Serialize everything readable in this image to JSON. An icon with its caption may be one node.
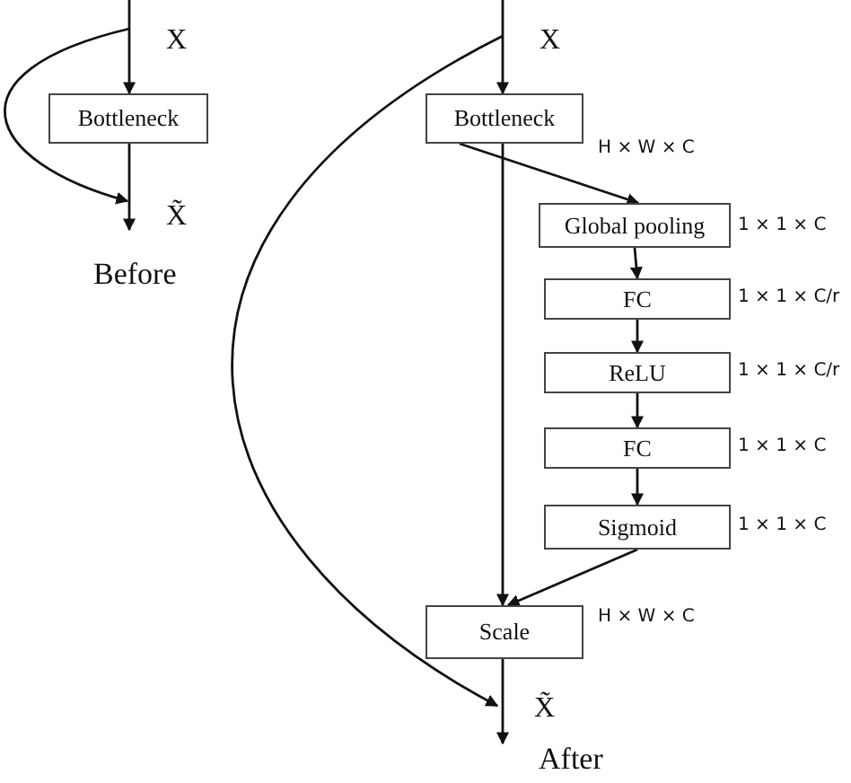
{
  "diagram": {
    "nodes": [
      {
        "text": [
          "X"
        ]
      },
      {
        "text": [
          "Bottleneck"
        ]
      },
      {
        "text": [
          "X̃"
        ]
      },
      {
        "text": [
          "X"
        ]
      },
      {
        "text": [
          "Bottleneck"
        ],
        "beside": [
          "H × W × C"
        ]
      },
      {
        "text": [
          "Global pooling"
        ],
        "beside": [
          "1 × 1 × C"
        ]
      },
      {
        "text": [
          "FC"
        ],
        "beside": [
          "1 × 1 × C/r"
        ]
      },
      {
        "text": [
          "ReLU"
        ],
        "beside": [
          "1 × 1 × C/r"
        ]
      },
      {
        "text": [
          "FC"
        ],
        "beside": [
          "1 × 1 × C"
        ]
      },
      {
        "text": [
          "Sigmoid"
        ],
        "beside": [
          "1 × 1 × C"
        ]
      },
      {
        "text": [
          "Scale"
        ],
        "beside": [
          "H × W × C"
        ]
      },
      {
        "text": [
          "X̃"
        ]
      }
    ],
    "edges": [
      {
        "from": null,
        "to": 1,
        "arrow": "to"
      },
      {
        "from": 1,
        "to": 2,
        "arrow": "to"
      },
      {
        "from": 0,
        "to": 2,
        "arrow": "to"
      },
      {
        "from": null,
        "to": 4,
        "arrow": "to"
      },
      {
        "from": 4,
        "to": 5,
        "arrow": "to"
      },
      {
        "from": 5,
        "to": 6,
        "arrow": "to"
      },
      {
        "from": 6,
        "to": 7,
        "arrow": "to"
      },
      {
        "from": 7,
        "to": 8,
        "arrow": "to"
      },
      {
        "from": 8,
        "to": 9,
        "arrow": "to"
      },
      {
        "from": 4,
        "to": 10,
        "arrow": "to"
      },
      {
        "from": 9,
        "to": 10,
        "arrow": "to"
      },
      {
        "from": 10,
        "to": 11,
        "arrow": "to"
      },
      {
        "from": 3,
        "to": 11,
        "arrow": "to"
      }
    ],
    "labels": [
      "Before",
      "After"
    ]
  }
}
